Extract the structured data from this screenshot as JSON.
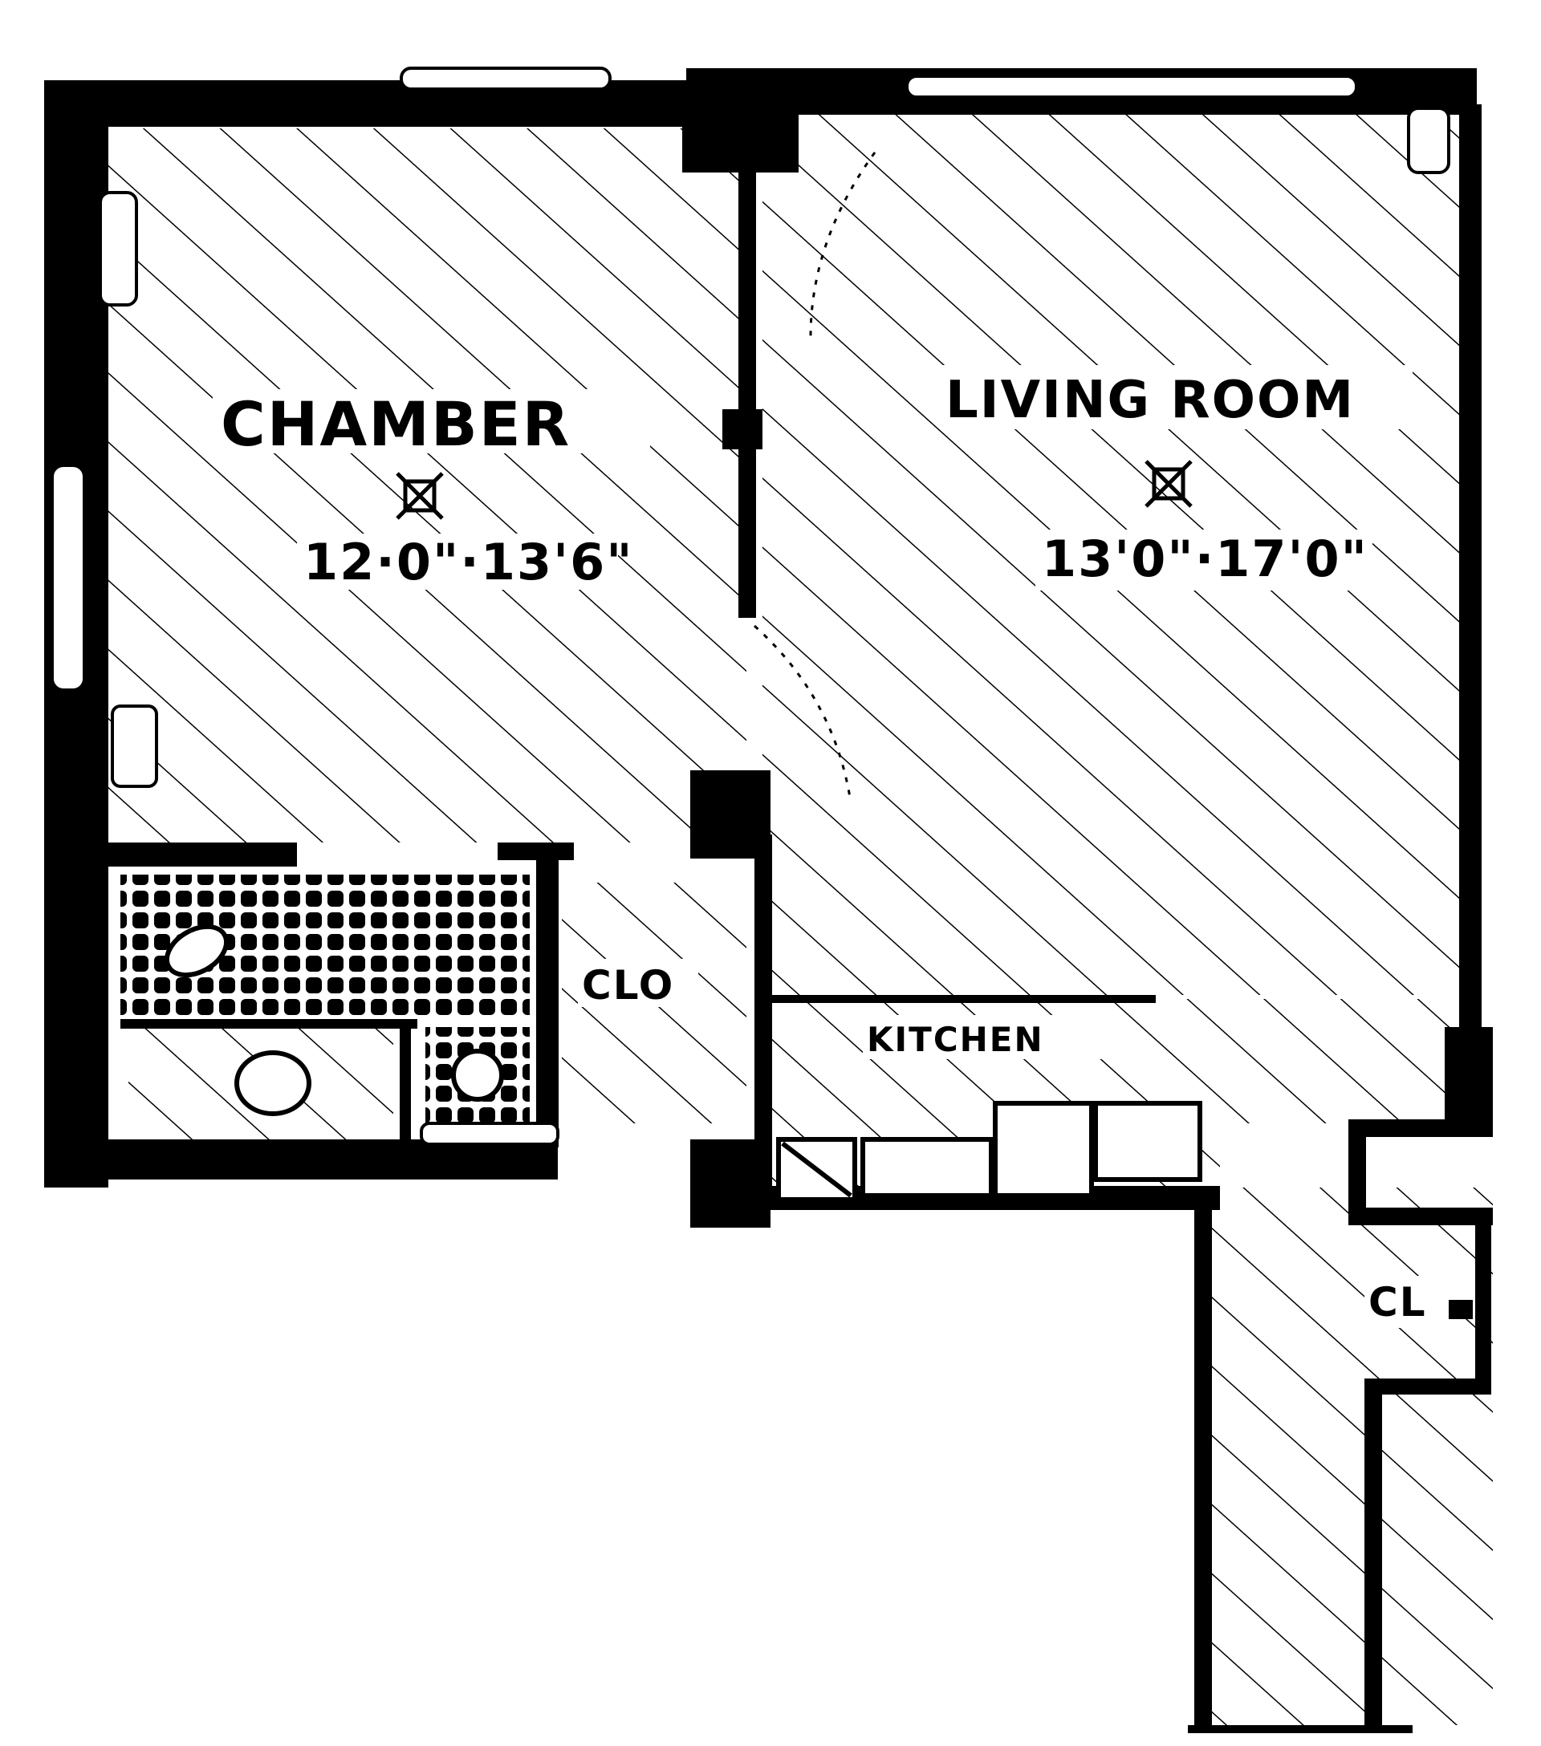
{
  "floor_plan": {
    "colors": {
      "ink": "#000000",
      "paper": "#ffffff"
    },
    "rooms": [
      {
        "id": "chamber",
        "name": "CHAMBER",
        "dimensions": "12·0\"·13'6\""
      },
      {
        "id": "living-room",
        "name": "LIVING ROOM",
        "dimensions": "13'0\"·17'0\""
      },
      {
        "id": "kitchen",
        "name": "KITCHEN"
      },
      {
        "id": "closet-hall",
        "name": "CLO"
      },
      {
        "id": "closet-entry",
        "name": "CL"
      }
    ],
    "icons": [
      "ceiling-light-icon",
      "bathtub-icon",
      "toilet-icon",
      "sink-icon",
      "stove-icon",
      "refrigerator-icon"
    ]
  }
}
